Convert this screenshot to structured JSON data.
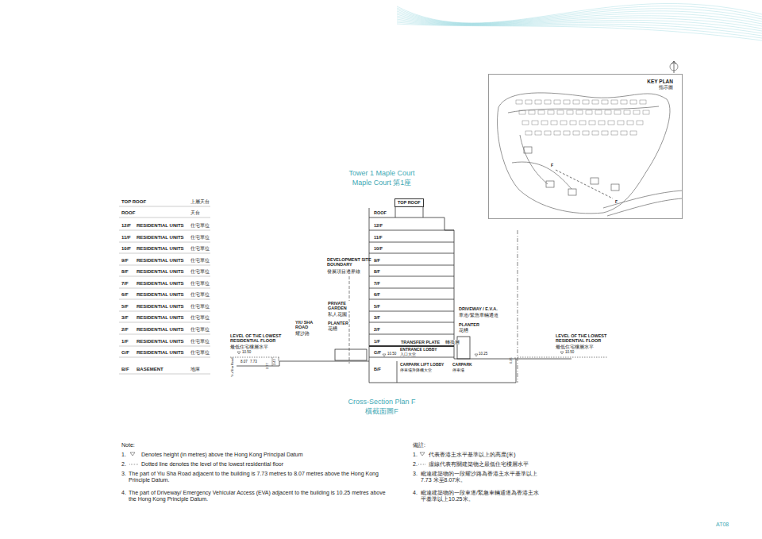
{
  "diagram": {
    "title": "Tower 1 Maple Court",
    "caption": "Cross-Section Plan F",
    "nodes": [
      {
        "text": [
          "KEY PLAN",
          "指示圖"
        ]
      },
      {
        "text": [
          "TOP ROOF"
        ]
      }
    ],
    "labels": [
      "Maple Court 第1座",
      "橫截面圖F",
      "TOP ROOF",
      "上層天台",
      "ROOF",
      "天台",
      "12/F",
      "RESIDENTIAL UNITS",
      "住宅單位",
      "11/F",
      "RESIDENTIAL UNITS",
      "住宅單位",
      "10/F",
      "RESIDENTIAL UNITS",
      "住宅單位",
      "9/F",
      "RESIDENTIAL UNITS",
      "住宅單位",
      "8/F",
      "RESIDENTIAL UNITS",
      "住宅單位",
      "7/F",
      "RESIDENTIAL UNITS",
      "住宅單位",
      "6/F",
      "RESIDENTIAL UNITS",
      "住宅單位",
      "5/F",
      "RESIDENTIAL UNITS",
      "住宅單位",
      "3/F",
      "RESIDENTIAL UNITS",
      "住宅單位",
      "2/F",
      "RESIDENTIAL UNITS",
      "住宅單位",
      "1/F",
      "RESIDENTIAL UNITS",
      "住宅單位",
      "G/F",
      "RESIDENTIAL UNITS",
      "住宅單位",
      "B/F",
      "BASEMENT",
      "地庫",
      "ROOF",
      "12/F",
      "11/F",
      "10/F",
      "9/F",
      "8/F",
      "7/F",
      "6/F",
      "5/F",
      "3/F",
      "2/F",
      "1/F",
      "G/F",
      "B/F",
      "DEVELOPMENT SITE BOUNDARY",
      "發展項目邊界線",
      "PRIVATE GARDEN",
      "私人花園",
      "YIU SHA ROAD",
      "耀沙路",
      "PLANTER",
      "花槽",
      "TRANSFER PLATE",
      "轉換層",
      "ENTRANCE LOBBY",
      "入口大堂",
      "CARPARK LIFT LOBBY",
      "停車場升降機大堂",
      "CARPARK",
      "停車場",
      "DRIVEWAY / E.V.A.",
      "車道/緊急車輛通道",
      "PLANTER",
      "花槽",
      "LEVEL OF THE LOWEST RESIDENTIAL FLOOR",
      "最低住宅樓層水平",
      "LEVEL OF THE LOWEST RESIDENTIAL FLOOR",
      "最低住宅樓層水平",
      "10.50",
      "8.07",
      "7.73",
      "2.77",
      "2.43",
      "Yiu Sha Road",
      "10.50",
      "10.25",
      "0.25",
      "10.50",
      "Note:",
      "1.",
      "Denotes height (in metres) above the Hong Kong Principal Datum",
      "2.",
      "Dotted line denotes the level of the lowest residential floor",
      "3.",
      "The part of Yiu Sha Road adjacent to the building is 7.73 metres to 8.07 metres above the Hong Kong Principle Datum.",
      "4.",
      "The part of Driveway/ Emergency Vehicular Access (EVA) adjacent to the building is 10.25 metres above the Hong Kong Principle Datum.",
      "備註:",
      "1.",
      "代表香港主水平基準以上的高度(米)",
      "2.",
      "虛線代表有關建築物之最低住宅樓層水平",
      "3.",
      "毗連建築物的一段耀沙路為香港主水平基準以上7.73 米至8.07米。",
      "4.",
      "毗連建築物的一段車道/緊急車輛通道為香港主水平基準以上10.25米。",
      "AT08",
      "F",
      "F"
    ]
  }
}
